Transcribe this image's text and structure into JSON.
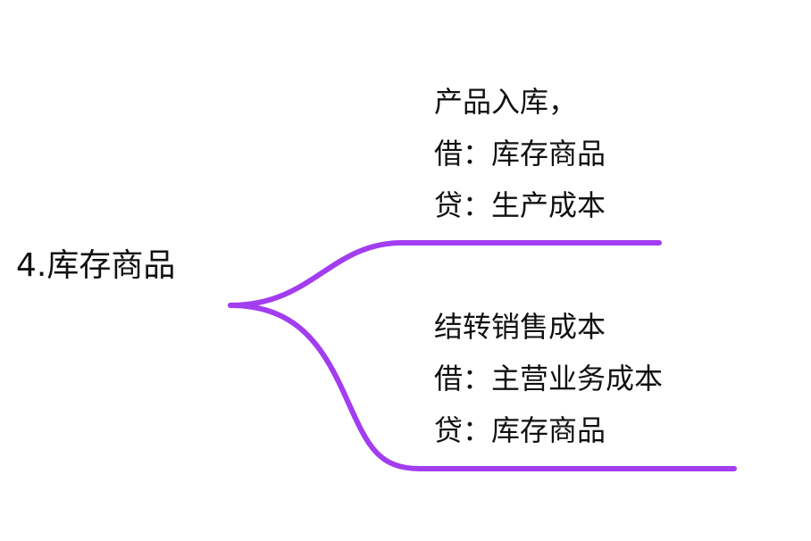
{
  "mindmap": {
    "root": "4.库存商品",
    "line_color": "#a23df0",
    "branches": [
      {
        "lines": [
          "产品入库，",
          "借：库存商品",
          "贷：生产成本"
        ]
      },
      {
        "lines": [
          "结转销售成本",
          "借：主营业务成本",
          "贷：库存商品"
        ]
      }
    ]
  }
}
